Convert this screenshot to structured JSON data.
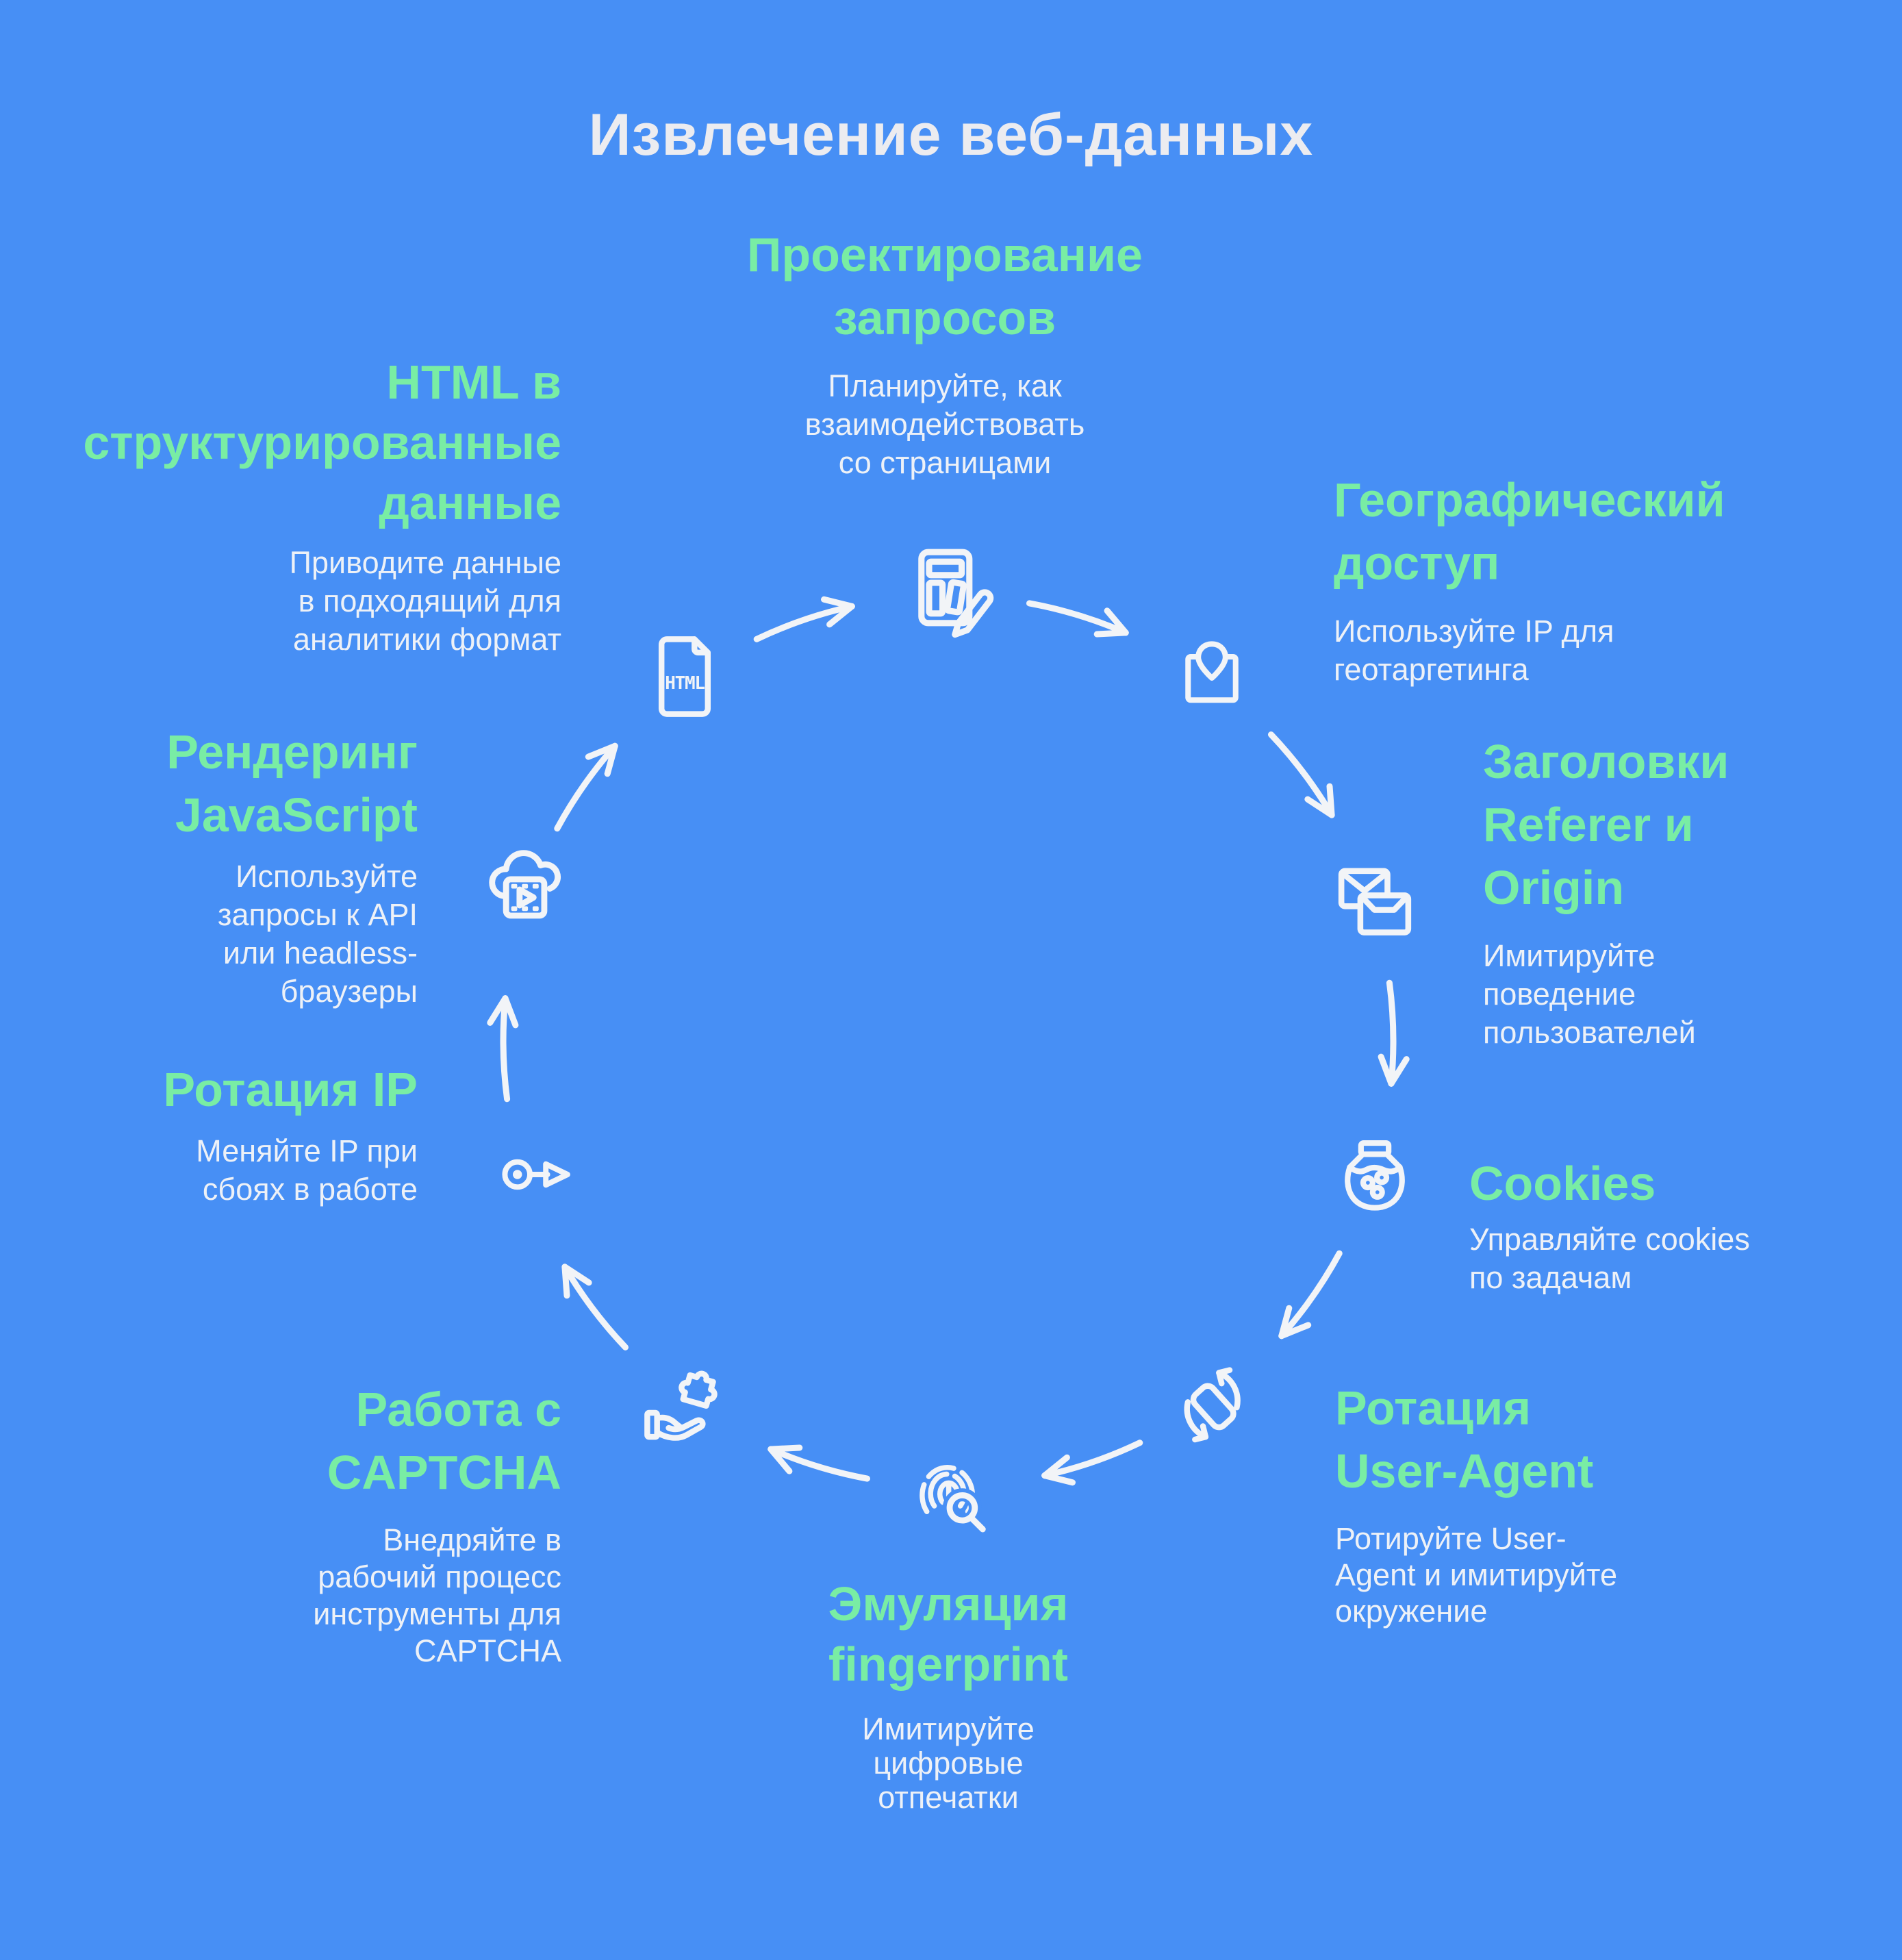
{
  "title": "Извлечение веб-данных",
  "diagram": {
    "type": "cycle",
    "flow": "clockwise",
    "step_count": 10
  },
  "colors": {
    "background": "#478ff5",
    "accent_green": "#79eda4",
    "text_white": "#edf1f7",
    "icon_stroke": "#f2f4f7"
  },
  "steps": [
    {
      "id": "design-requests",
      "heading": "Проектирование\nзапросов",
      "description": "Планируйте, как\nвзаимодействовать\nсо страницами",
      "icon": "browser-edit-icon"
    },
    {
      "id": "geo-access",
      "heading": "Географический\nдоступ",
      "description": "Используйте IP для\nгеотаргетинга",
      "icon": "map-pin-icon"
    },
    {
      "id": "referer-origin-headers",
      "heading": "Заголовки\nReferer и\nOrigin",
      "description": "Имитируйте\nповедение\nпользователей",
      "icon": "envelopes-icon"
    },
    {
      "id": "cookies",
      "heading": "Cookies",
      "description": "Управляйте cookies\nпо задачам",
      "icon": "cookie-jar-icon"
    },
    {
      "id": "user-agent-rotation",
      "heading": "Ротация\nUser-Agent",
      "description": "Ротируйте User-\nAgent и имитируйте\nокружение",
      "icon": "phone-rotation-icon"
    },
    {
      "id": "fingerprint-emulation",
      "heading": "Эмуляция\nfingerprint",
      "description": "Имитируйте\nцифровые\nотпечатки",
      "icon": "fingerprint-search-icon"
    },
    {
      "id": "captcha-handling",
      "heading": "Работа с\nCAPTCHA",
      "description": "Внедряйте в\nрабочий процесс\nинструменты для\nCAPTCHA",
      "icon": "puzzle-hand-icon"
    },
    {
      "id": "ip-rotation",
      "heading": "Ротация IP",
      "description": "Меняйте IP при\nсбоях в работе",
      "icon": "key-arrow-icon"
    },
    {
      "id": "javascript-rendering",
      "heading": "Рендеринг\nJavaScript",
      "description": "Используйте\nзапросы к API\nили headless-\nбраузеры",
      "icon": "cloud-video-icon"
    },
    {
      "id": "html-to-structured-data",
      "heading": "HTML в\nструктурированные\nданные",
      "description": "Приводите данные\nв подходящий для\nаналитики формат",
      "icon": "html-file-icon"
    }
  ]
}
